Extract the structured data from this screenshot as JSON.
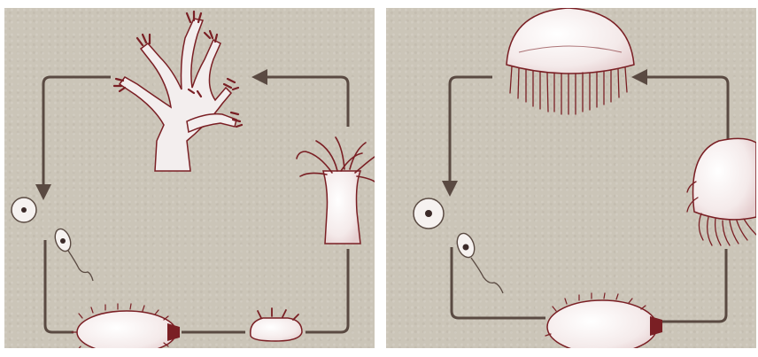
{
  "figure": {
    "panels": [
      {
        "id": "left",
        "stages": [
          "egg",
          "sperm",
          "planula-larva",
          "young-polyp",
          "sea-anemone-polyp",
          "coral-colony"
        ]
      },
      {
        "id": "right",
        "stages": [
          "egg",
          "sperm",
          "planula-larva",
          "young-medusa",
          "adult-jellyfish"
        ]
      }
    ],
    "colors": {
      "background": "#cbc5b8",
      "arrow": "#5a4a42",
      "organism_fill": "#f3eeee",
      "organism_outline": "#7a1f24"
    }
  }
}
